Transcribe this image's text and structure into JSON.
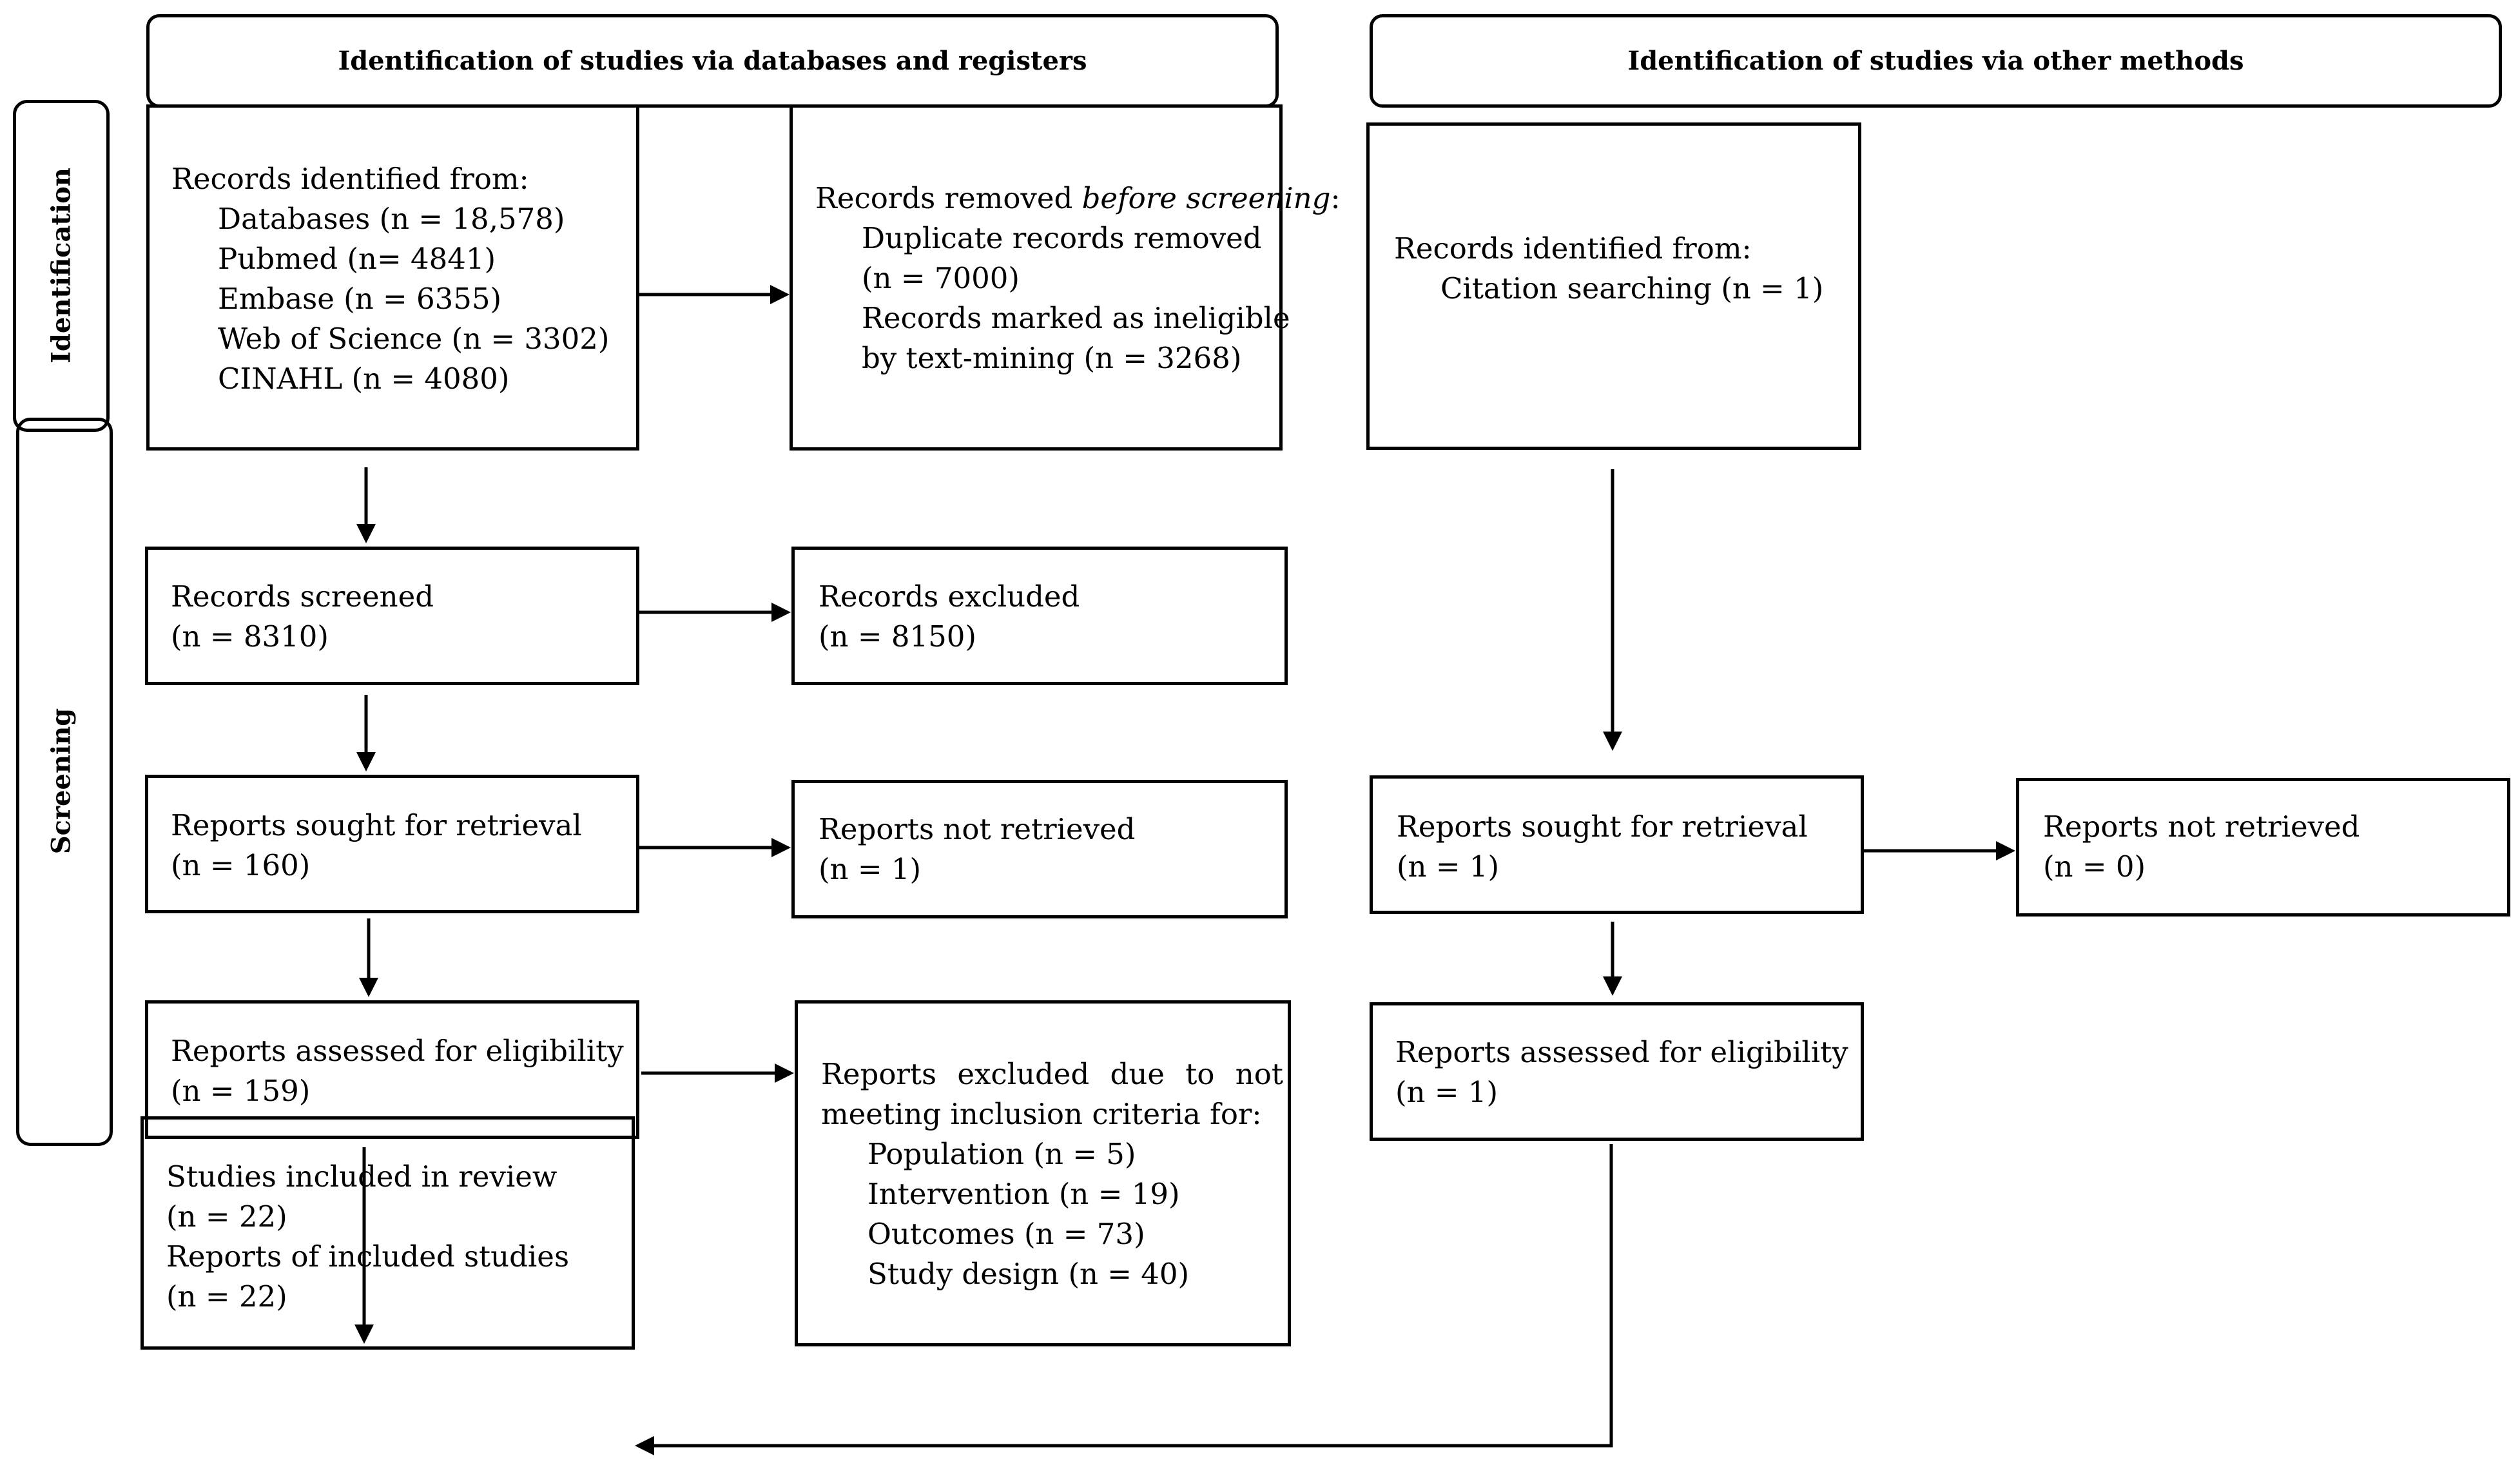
{
  "headers": {
    "databases": "Identification of studies via databases and registers",
    "other": "Identification of studies via other methods"
  },
  "stages": {
    "identification": "Identification",
    "screening": "Screening"
  },
  "db": {
    "identified": {
      "title": "Records identified from:",
      "lines": [
        "Databases (n = 18,578)",
        "Pubmed (n= 4841)",
        "Embase (n = 6355)",
        "Web of Science (n = 3302)",
        "CINAHL (n = 4080)"
      ]
    },
    "removed": {
      "title_prefix": "Records removed ",
      "title_em": "before screening",
      "title_suffix": ":",
      "lines": [
        "Duplicate records removed",
        "(n = 7000)",
        "Records marked as ineligible",
        "by text-mining (n = 3268)"
      ]
    },
    "screened": {
      "title": "Records screened",
      "count": "(n = 8310)"
    },
    "excluded": {
      "title": "Records excluded",
      "count": "(n = 8150)"
    },
    "sought": {
      "title": "Reports sought for retrieval",
      "count": "(n = 160)"
    },
    "not_retrieved": {
      "title": "Reports not retrieved",
      "count": "(n = 1)"
    },
    "assessed": {
      "title": "Reports assessed for eligibility",
      "count": "(n = 159)"
    },
    "excluded_reports": {
      "title1": "Reports excluded due to not",
      "title2": "meeting inclusion criteria for:",
      "lines": [
        "Population (n = 5)",
        "Intervention (n = 19)",
        "Outcomes (n = 73)",
        "Study design (n = 40)"
      ]
    },
    "included": {
      "lines": [
        "Studies included in review",
        "(n = 22)",
        "Reports of included studies",
        "(n = 22)"
      ]
    }
  },
  "other": {
    "identified": {
      "title": "Records identified from:",
      "lines": [
        "Citation searching (n = 1)"
      ]
    },
    "sought": {
      "title": "Reports sought for retrieval",
      "count": "(n = 1)"
    },
    "not_retrieved": {
      "title": "Reports not retrieved",
      "count": "(n = 0)"
    },
    "assessed": {
      "title": "Reports assessed for eligibility",
      "count": "(n = 1)"
    }
  }
}
